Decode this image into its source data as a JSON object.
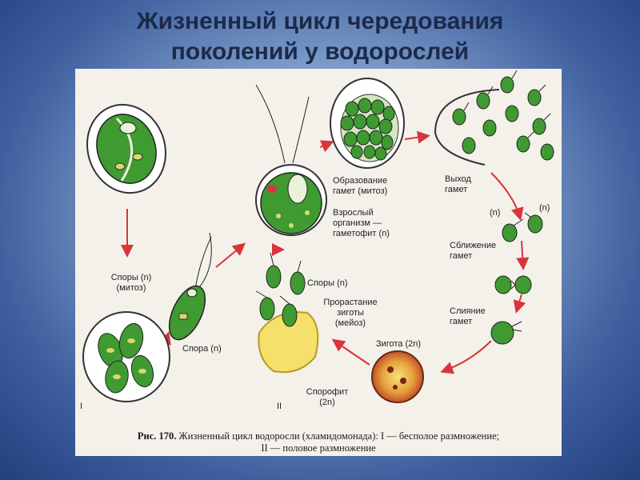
{
  "title": {
    "line1": "Жизненный цикл чередования",
    "line2": "поколений у водорослей"
  },
  "figure": {
    "labels": {
      "spores_mitosis_1": "Споры (n)",
      "spores_mitosis_2": "(митоз)",
      "spore": "Спора (n)",
      "gamete_formation_1": "Образование",
      "gamete_formation_2": "гамет (митоз)",
      "adult_1": "Взрослый",
      "adult_2": "организм —",
      "adult_3": "гаметофит (n)",
      "gamete_release_1": "Выход",
      "gamete_release_2": "гамет",
      "n_left": "(n)",
      "n_right": "(n)",
      "approach_1": "Сближение",
      "approach_2": "гамет",
      "fusion_1": "Слияние",
      "fusion_2": "гамет",
      "zygote": "Зигота (2n)",
      "sporophyte_1": "Спорофит",
      "sporophyte_2": "(2n)",
      "spores_right": "Споры (n)",
      "germination_1": "Прорастание",
      "germination_2": "зиготы",
      "germination_3": "(мейоз)",
      "roman_1": "I",
      "roman_2": "II"
    },
    "caption": {
      "prefix": "Рис. 170.",
      "line1": " Жизненный цикл водоросли (хламидомонада): I — бесполое размножение;",
      "line2": "II — половое размножение"
    }
  }
}
